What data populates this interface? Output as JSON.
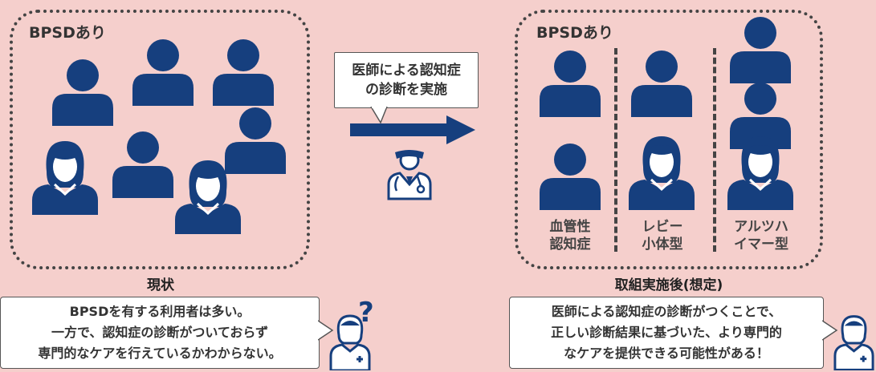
{
  "colors": {
    "background": "#f5cfcc",
    "figure": "#163f7e",
    "border": "#444444"
  },
  "left_panel": {
    "label": "BPSDあり",
    "caption": "現状"
  },
  "right_panel": {
    "label": "BPSDあり",
    "caption": "取組実施後(想定)",
    "groups": [
      {
        "label_line1": "血管性",
        "label_line2": "認知症"
      },
      {
        "label_line1": "レビー",
        "label_line2": "小体型"
      },
      {
        "label_line1": "アルツハ",
        "label_line2": "イマー型"
      }
    ]
  },
  "center": {
    "bubble_line1": "医師による認知症",
    "bubble_line2": "の診断を実施",
    "doctor_icon": "doctor-icon"
  },
  "bottom_left": {
    "line1": "BPSDを有する利用者は多い。",
    "line2": "一方で、認知症の診断がついておらず",
    "line3": "専門的なケアを行えているかわからない。",
    "mark": "?",
    "icon": "nurse-icon"
  },
  "bottom_right": {
    "line1": "医師による認知症の診断がつくことで、",
    "line2": "正しい診断結果に基づいた、より専門的",
    "line3": "なケアを提供できる可能性がある！",
    "icon": "nurse-icon"
  }
}
